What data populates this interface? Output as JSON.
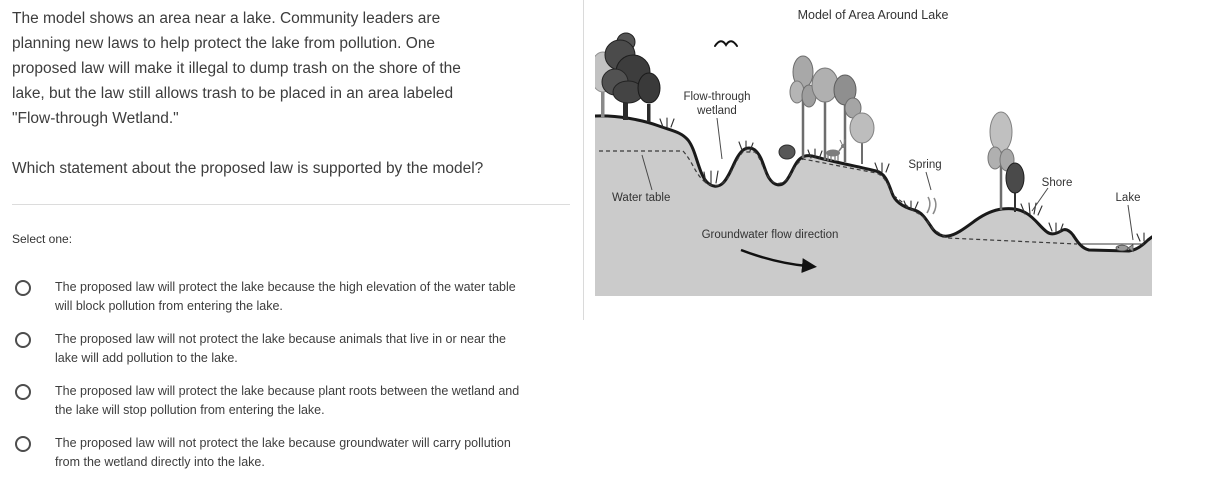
{
  "question": {
    "paragraph": "The model shows an area near a lake. Community leaders are planning new laws to help protect the lake from pollution. One proposed law will make it illegal to dump trash on the shore of the lake, but the law still allows trash to be placed in an area labeled \"Flow-through Wetland.\"",
    "prompt": "Which statement about the proposed law is supported by the model?"
  },
  "form": {
    "select_label": "Select one:",
    "options": [
      {
        "label": "The proposed law will protect the lake because the high elevation of the water table will block pollution from entering the lake."
      },
      {
        "label": "The proposed law will not protect the lake because animals that live in or near the lake will add pollution to the lake."
      },
      {
        "label": "The proposed law will protect the lake because plant roots between the wetland and the lake will stop pollution from entering the lake."
      },
      {
        "label": "The proposed law will not protect the lake because groundwater will carry pollution from the wetland directly into the lake."
      }
    ]
  },
  "diagram": {
    "title": "Model of Area Around Lake",
    "labels": {
      "wetland_line1": "Flow-through",
      "wetland_line2": "wetland",
      "water_table": "Water table",
      "spring": "Spring",
      "shore": "Shore",
      "lake": "Lake",
      "groundwater_flow": "Groundwater flow direction"
    },
    "colors": {
      "ground_fill": "#cbcbcb",
      "terrain_line": "#1a1a1a"
    }
  }
}
